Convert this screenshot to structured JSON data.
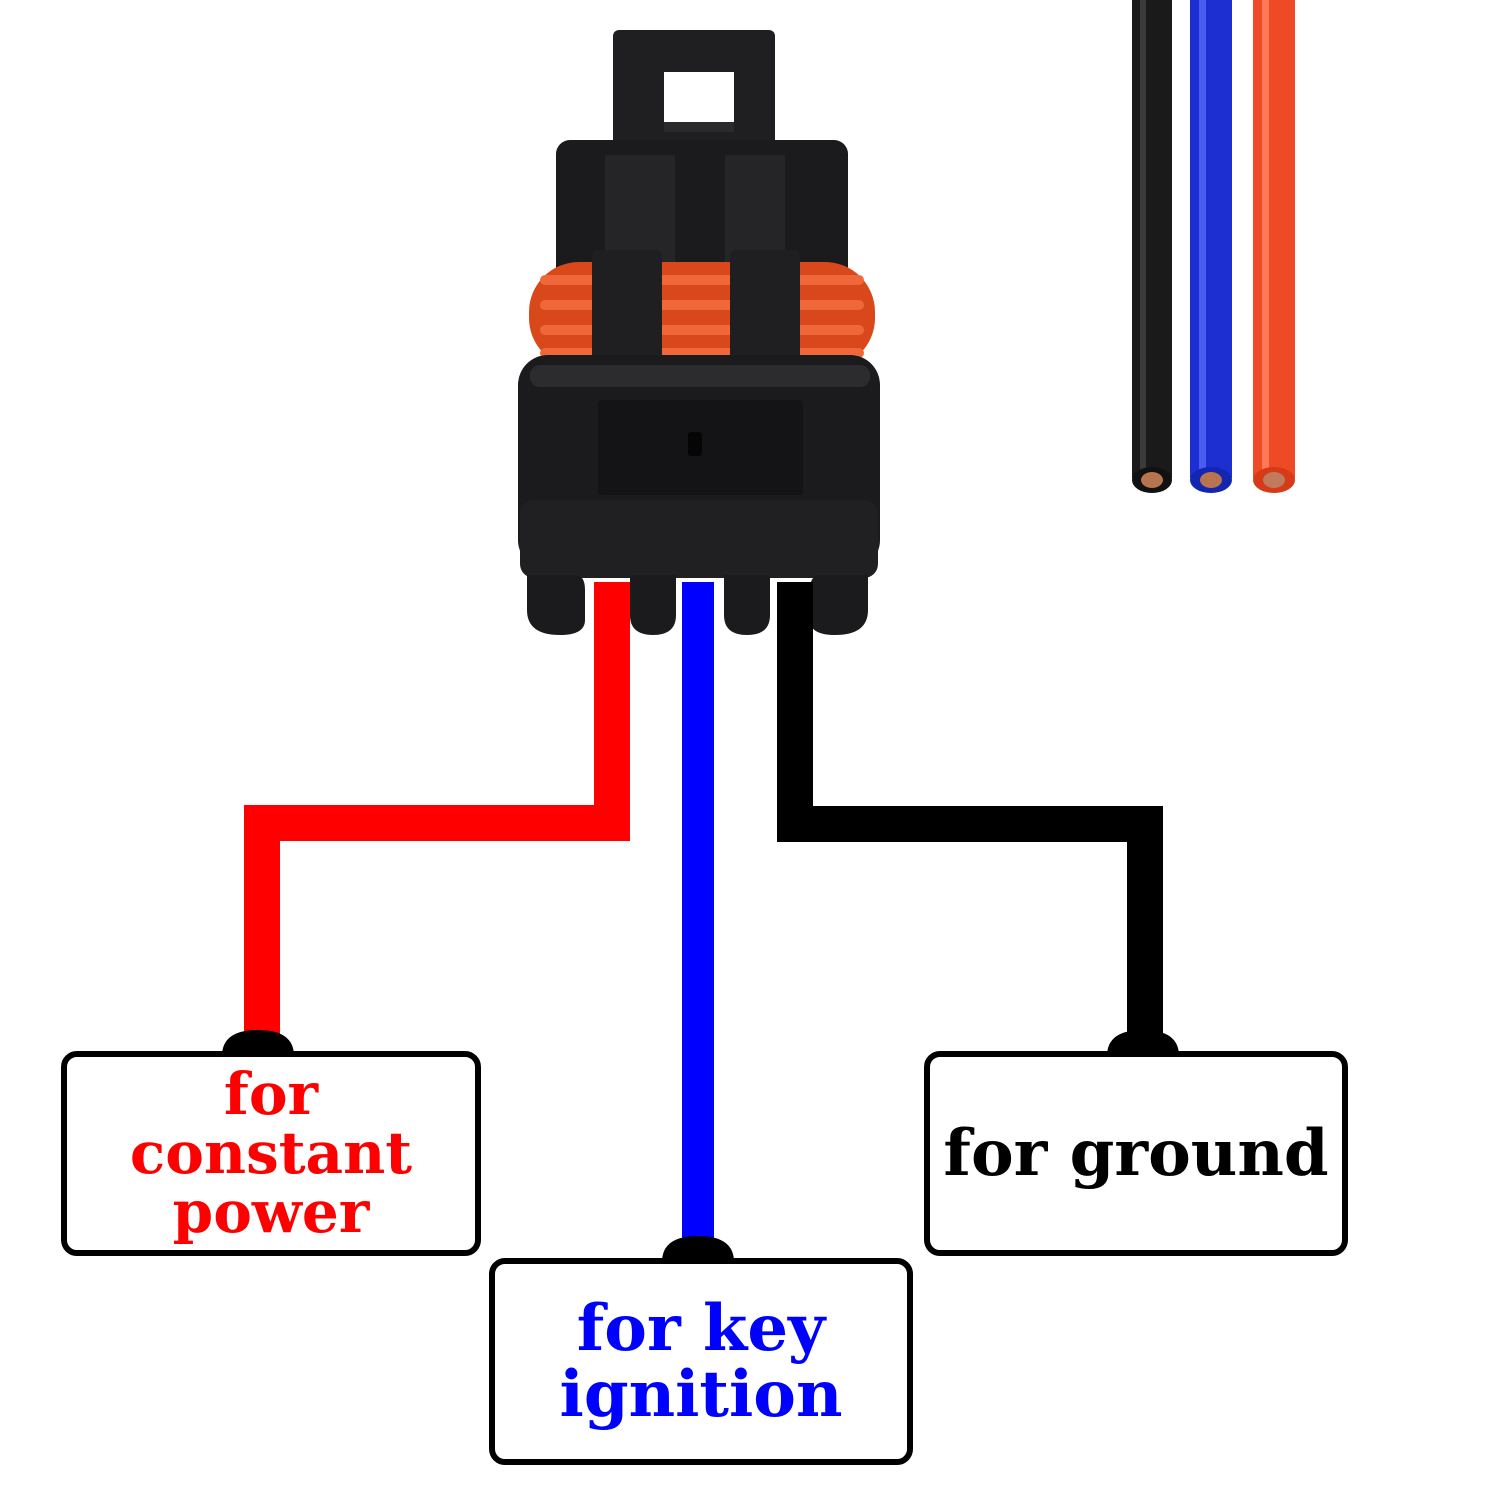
{
  "colors": {
    "power_wire": "#ff0000",
    "ignition_wire": "#0000ff",
    "ground_wire": "#000000",
    "connector_body": "#1b1b1d",
    "seal": "#d8481a",
    "sample_black": "#1a1a1a",
    "sample_blue": "#1d2fd0",
    "sample_red": "#ee4a25",
    "copper": "#b8734f"
  },
  "labels": {
    "constant_power": "for constant power",
    "key_ignition": "for key ignition",
    "ground": "for ground"
  },
  "icons": {
    "connector": "connector-plug-icon",
    "wire_samples": "wire-samples-icon"
  }
}
